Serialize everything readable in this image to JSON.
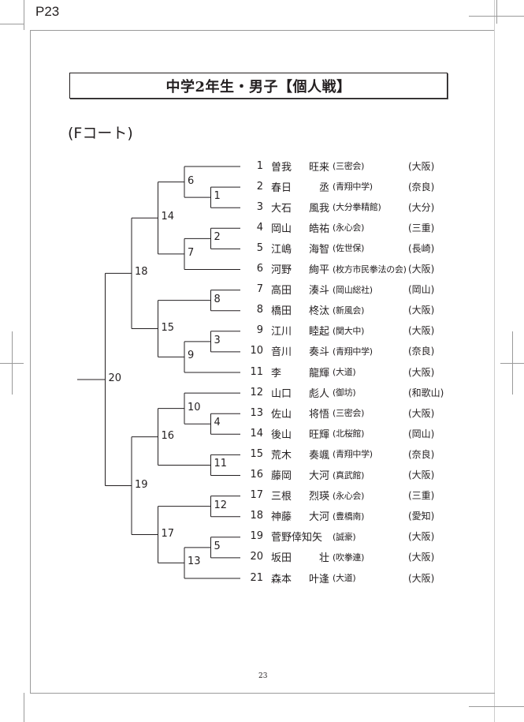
{
  "page_label": "P23",
  "title": "中学2年生・男子【個人戦】",
  "court": "(Fコート)",
  "page_number": "23",
  "players": [
    {
      "no": "1",
      "surname": "曽我",
      "given": "旺来",
      "club": "(三密会)",
      "pref": "(大阪)"
    },
    {
      "no": "2",
      "surname": "春日",
      "given": "丞",
      "club": "(青翔中学)",
      "pref": "(奈良)"
    },
    {
      "no": "3",
      "surname": "大石",
      "given": "風我",
      "club": "(大分拳精館)",
      "pref": "(大分)"
    },
    {
      "no": "4",
      "surname": "岡山",
      "given": "皓祐",
      "club": "(永心会)",
      "pref": "(三重)"
    },
    {
      "no": "5",
      "surname": "江嶋",
      "given": "海智",
      "club": "(佐世保)",
      "pref": "(長崎)"
    },
    {
      "no": "6",
      "surname": "河野",
      "given": "絢平",
      "club": "(枚方市民拳法の会)",
      "pref": "(大阪)"
    },
    {
      "no": "7",
      "surname": "高田",
      "given": "湊斗",
      "club": "(岡山総社)",
      "pref": "(岡山)"
    },
    {
      "no": "8",
      "surname": "橋田",
      "given": "柊汰",
      "club": "(新風会)",
      "pref": "(大阪)"
    },
    {
      "no": "9",
      "surname": "江川",
      "given": "睦起",
      "club": "(関大中)",
      "pref": "(大阪)"
    },
    {
      "no": "10",
      "surname": "音川",
      "given": "奏斗",
      "club": "(青翔中学)",
      "pref": "(奈良)"
    },
    {
      "no": "11",
      "surname": "李",
      "given": "龍輝",
      "club": "(大道)",
      "pref": "(大阪)"
    },
    {
      "no": "12",
      "surname": "山口",
      "given": "彪人",
      "club": "(御坊)",
      "pref": "(和歌山)"
    },
    {
      "no": "13",
      "surname": "佐山",
      "given": "将悟",
      "club": "(三密会)",
      "pref": "(大阪)"
    },
    {
      "no": "14",
      "surname": "後山",
      "given": "旺輝",
      "club": "(北桜館)",
      "pref": "(岡山)"
    },
    {
      "no": "15",
      "surname": "荒木",
      "given": "奏颯",
      "club": "(青翔中学)",
      "pref": "(奈良)"
    },
    {
      "no": "16",
      "surname": "藤岡",
      "given": "大河",
      "club": "(真武館)",
      "pref": "(大阪)"
    },
    {
      "no": "17",
      "surname": "三根",
      "given": "烈瑛",
      "club": "(永心会)",
      "pref": "(三重)"
    },
    {
      "no": "18",
      "surname": "神藤",
      "given": "大河",
      "club": "(豊橋南)",
      "pref": "(愛知)"
    },
    {
      "no": "19",
      "surname": "菅野倖知矢",
      "given": "",
      "club": "(誠豪)",
      "pref": "(大阪)"
    },
    {
      "no": "20",
      "surname": "坂田",
      "given": "壮",
      "club": "(吹拳連)",
      "pref": "(大阪)"
    },
    {
      "no": "21",
      "surname": "森本",
      "given": "叶逢",
      "club": "(大道)",
      "pref": "(大阪)"
    }
  ],
  "matches": [
    {
      "id": "1",
      "a": "p2",
      "b": "p3"
    },
    {
      "id": "6",
      "a": "p1",
      "b": "m1"
    },
    {
      "id": "2",
      "a": "p4",
      "b": "p5"
    },
    {
      "id": "7",
      "a": "m2",
      "b": "p6"
    },
    {
      "id": "14",
      "a": "m6",
      "b": "m7"
    },
    {
      "id": "8",
      "a": "p7",
      "b": "p8"
    },
    {
      "id": "3",
      "a": "p9",
      "b": "p10"
    },
    {
      "id": "9",
      "a": "m3",
      "b": "p11"
    },
    {
      "id": "15",
      "a": "m8",
      "b": "m9"
    },
    {
      "id": "18",
      "a": "m14",
      "b": "m15"
    },
    {
      "id": "4",
      "a": "p13",
      "b": "p14"
    },
    {
      "id": "10",
      "a": "p12",
      "b": "m4"
    },
    {
      "id": "11",
      "a": "p15",
      "b": "p16"
    },
    {
      "id": "16",
      "a": "m10",
      "b": "m11"
    },
    {
      "id": "12",
      "a": "p17",
      "b": "p18"
    },
    {
      "id": "5",
      "a": "p19",
      "b": "p20"
    },
    {
      "id": "13",
      "a": "m5",
      "b": "p21"
    },
    {
      "id": "17",
      "a": "m12",
      "b": "m13"
    },
    {
      "id": "19",
      "a": "m16",
      "b": "m17"
    },
    {
      "id": "20",
      "a": "m18",
      "b": "m19"
    }
  ]
}
